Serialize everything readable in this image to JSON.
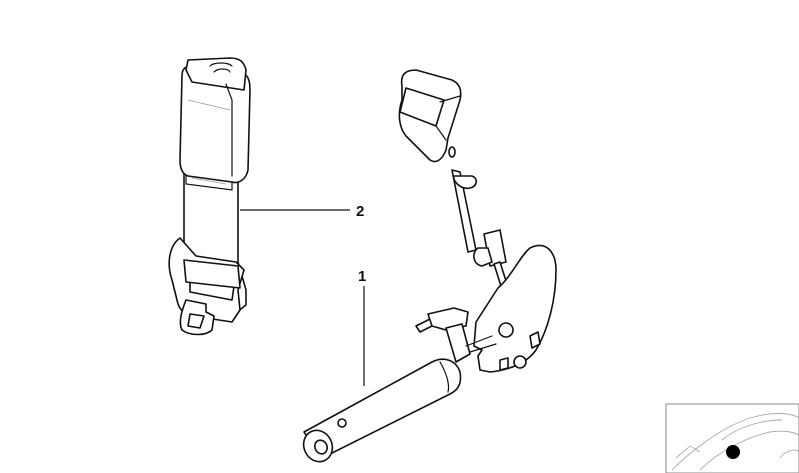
{
  "diagram": {
    "type": "parts-exploded-view",
    "subject": "Seat belt buckle assembly",
    "callouts": [
      {
        "label": "1",
        "part": "belt buckle with tensioner tube"
      },
      {
        "label": "2",
        "part": "belt buckle with strap"
      }
    ],
    "thumbnail": {
      "description": "car location overview",
      "marker_color": "#000000"
    }
  }
}
